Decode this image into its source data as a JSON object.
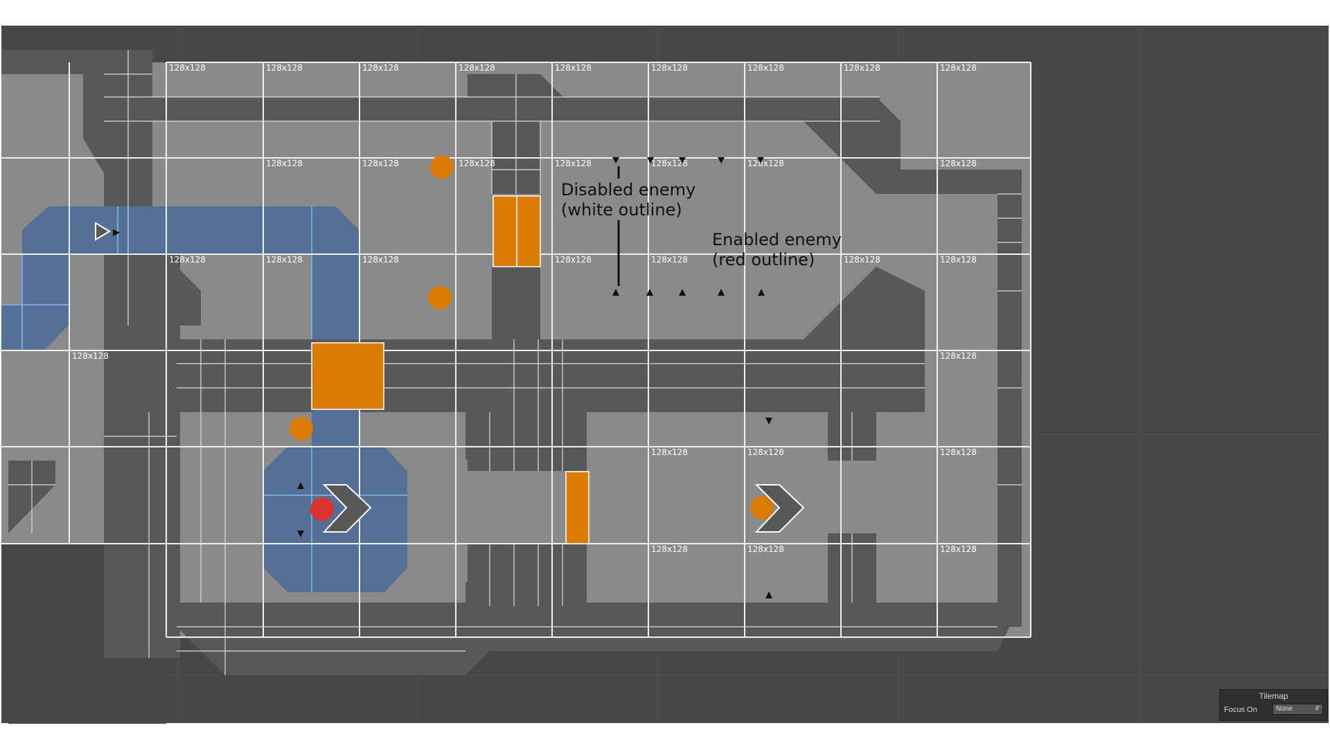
{
  "scene": {
    "tile_size_label": "128x128",
    "annotations": {
      "disabled_enemy_line1": "Disabled enemy",
      "disabled_enemy_line2": "(white outline)",
      "enabled_enemy_line1": "Enabled enemy",
      "enabled_enemy_line2": "(red outline)"
    },
    "colors": {
      "background": "#474747",
      "floor": "#8a8a8a",
      "wall": "#585858",
      "grid": "#f0f0f0",
      "water": "#557096",
      "water_grid": "#79a8de",
      "door": "#d97b00",
      "pickup": "#d97b00",
      "player": "#d93430",
      "enemy_marker": "#111111"
    }
  },
  "tilemap_panel": {
    "title": "Tilemap",
    "focus_label": "Focus On",
    "focus_value": "None"
  }
}
